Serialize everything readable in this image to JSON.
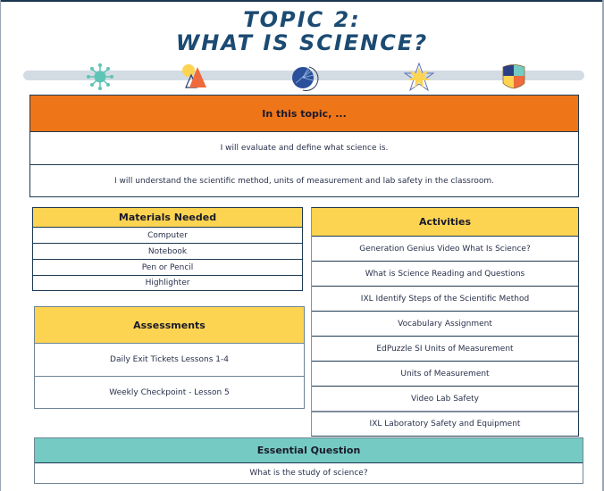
{
  "title": {
    "line1": "TOPIC 2:",
    "line2": "WHAT IS SCIENCE?"
  },
  "icons": [
    {
      "name": "virus-icon"
    },
    {
      "name": "mountain-sun-icon"
    },
    {
      "name": "globe-icon"
    },
    {
      "name": "star-burst-icon"
    },
    {
      "name": "shield-icon"
    }
  ],
  "colors": {
    "title": "#1b4a72",
    "orange": "#ef7519",
    "yellow": "#fdd451",
    "teal": "#75cbc3",
    "border": "#1d3a52"
  },
  "in_this_topic": {
    "header": "In this topic, ...",
    "items": [
      "I will evaluate and define what science is.",
      "I will understand the scientific method, units of measurement and lab safety in the classroom."
    ]
  },
  "materials": {
    "header": "Materials Needed",
    "items": [
      "Computer",
      "Notebook",
      "Pen or Pencil",
      "Highlighter"
    ]
  },
  "assessments": {
    "header": "Assessments",
    "items": [
      "Daily Exit Tickets Lessons 1-4",
      "Weekly Checkpoint - Lesson 5"
    ]
  },
  "activities": {
    "header": "Activities",
    "items": [
      "Generation Genius Video What Is Science?",
      "What is Science Reading and Questions",
      "IXL Identify Steps of the Scientific Method",
      "Vocabulary Assignment",
      "EdPuzzle SI Units of Measurement",
      "Units of Measurement",
      "Video Lab Safety",
      "IXL Laboratory Safety and Equipment"
    ]
  },
  "essential_question": {
    "header": "Essential Question",
    "text": "What is the study of science?"
  }
}
